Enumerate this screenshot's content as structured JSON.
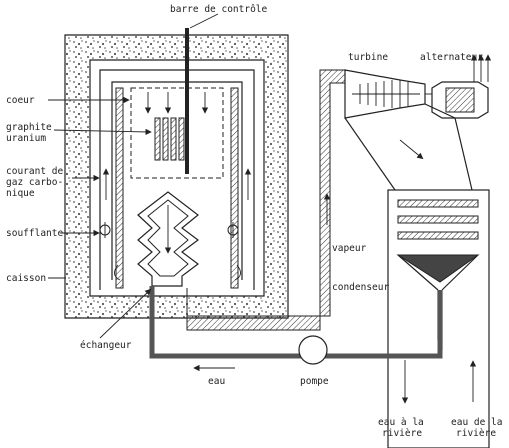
{
  "labels": {
    "control_rod": "barre de contrôle",
    "turbine": "turbine",
    "alternator": "alternateur",
    "core": "coeur",
    "graphite_1": "graphite",
    "graphite_2": "uranium",
    "gas_1": "courant de",
    "gas_2": "gaz carbo-",
    "gas_3": "nique",
    "blower": "soufflante",
    "casing": "caisson",
    "steam": "vapeur",
    "condenser": "condenseur",
    "exchanger": "échangeur",
    "water": "eau",
    "pump": "pompe",
    "to_river_1": "eau à la",
    "to_river_2": "rivière",
    "from_river_1": "eau de la",
    "from_river_2": "rivière"
  },
  "colors": {
    "ink": "#222222",
    "paper": "#ffffff",
    "speckle": "#555555"
  }
}
